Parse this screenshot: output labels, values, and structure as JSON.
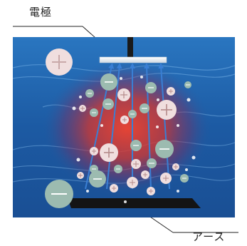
{
  "labels": {
    "electrode": "電極",
    "earth": "アース"
  },
  "symbols": {
    "positive": "+",
    "negative": "−"
  },
  "colors": {
    "background_blue": "#1e5fa6",
    "core_red": "#e5392a",
    "positive_particle": "#f0dede",
    "negative_particle": "#9cbbb0",
    "arrow_blue": "#3a7fd4",
    "leader_line": "#222222"
  },
  "diagram": {
    "description_items": [
      "electrode",
      "earth"
    ],
    "icons": [
      "positive-charge-icon",
      "negative-charge-icon",
      "field-arrow-icon"
    ]
  }
}
